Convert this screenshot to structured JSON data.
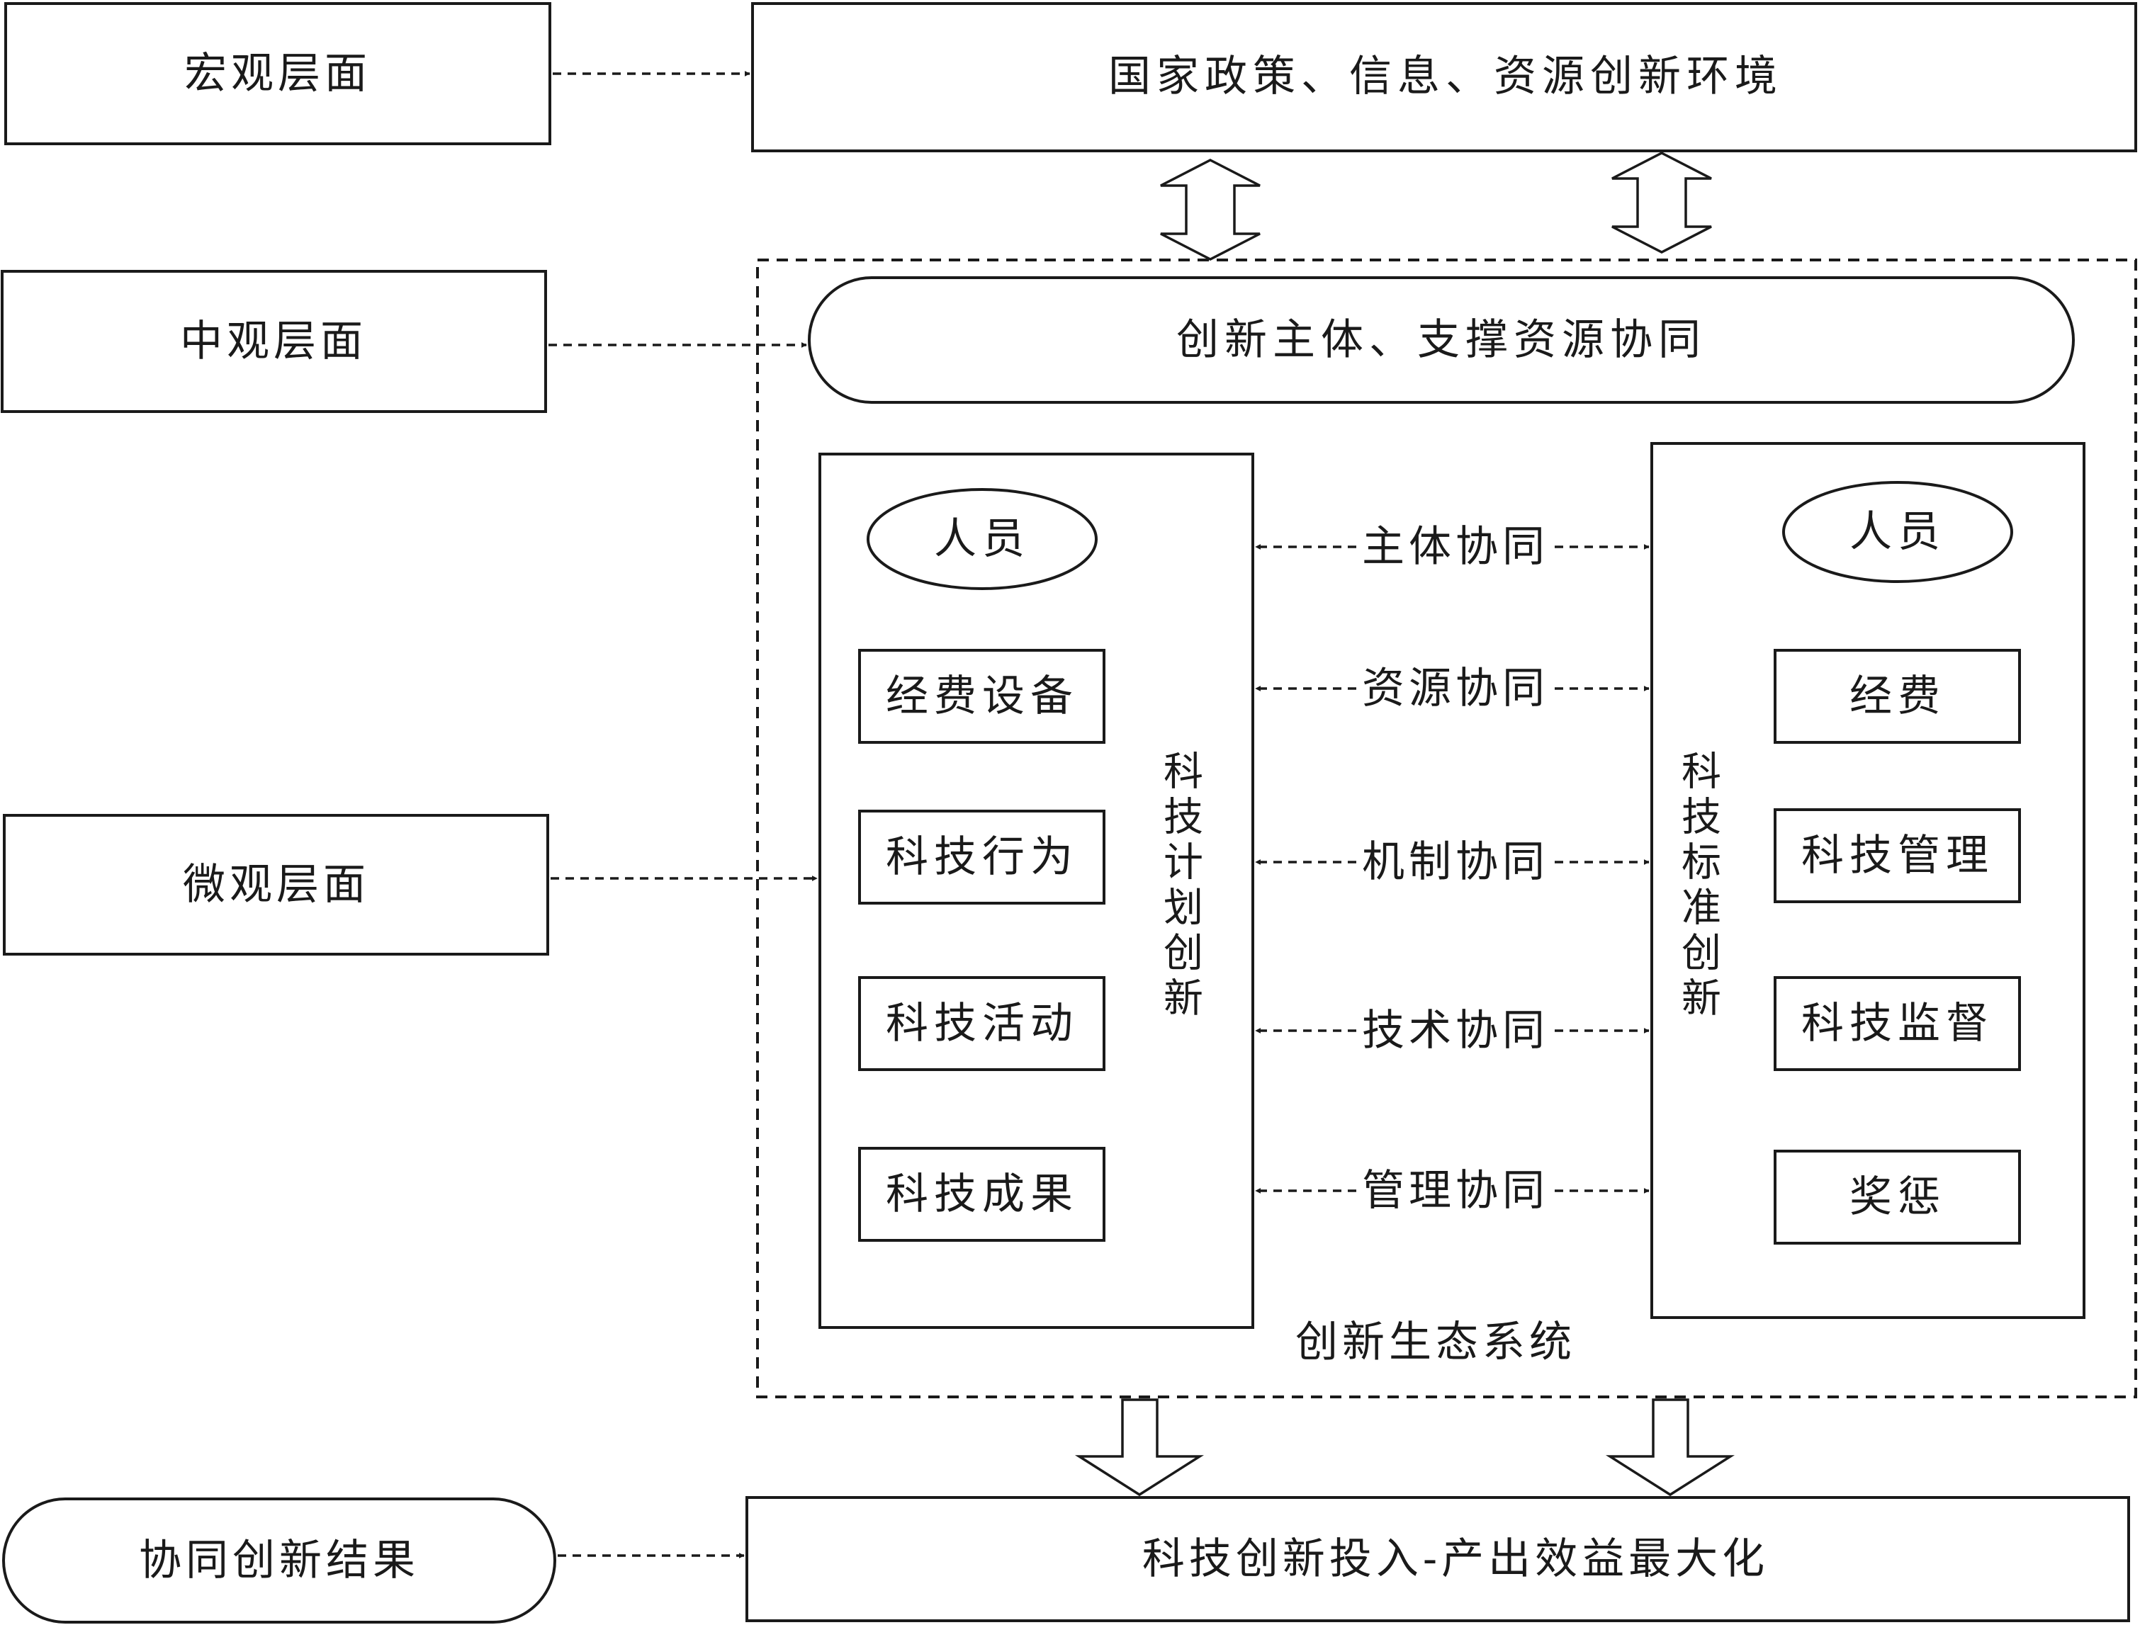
{
  "levels": {
    "macro": "宏观层面",
    "meso": "中观层面",
    "micro": "微观层面",
    "result": "协同创新结果"
  },
  "top_box": "国家政策、信息、资源创新环境",
  "meso_pill": "创新主体、支撑资源协同",
  "ecosystem_label": "创新生态系统",
  "bottom_box": "科技创新投入-产出效益最大化",
  "left_panel": {
    "title_chars": [
      "科",
      "技",
      "计",
      "划",
      "创",
      "新"
    ],
    "person": "人员",
    "items": [
      "经费设备",
      "科技行为",
      "科技活动",
      "科技成果"
    ]
  },
  "right_panel": {
    "title_chars": [
      "科",
      "技",
      "标",
      "准",
      "创",
      "新"
    ],
    "person": "人员",
    "items": [
      "经费",
      "科技管理",
      "科技监督",
      "奖惩"
    ]
  },
  "synergies": [
    "主体协同",
    "资源协同",
    "机制协同",
    "技术协同",
    "管理协同"
  ],
  "colors": {
    "stroke": "#1a1a1a",
    "background": "#ffffff"
  }
}
